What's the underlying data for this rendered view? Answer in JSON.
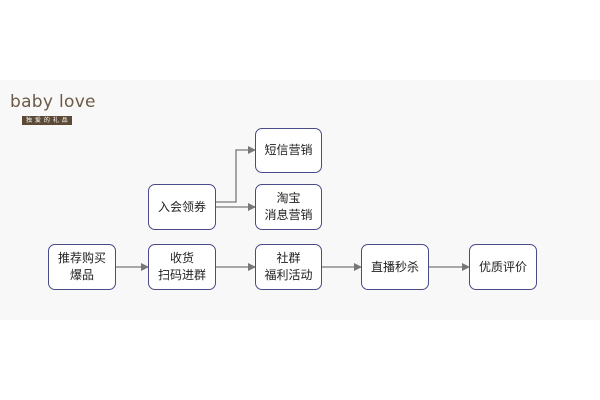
{
  "logo": {
    "text": "baby love",
    "tagline": "独 爱 的 礼 品"
  },
  "colors": {
    "node_border": "#4a4a8a",
    "arrow": "#777777",
    "band": "#f8f8f8"
  },
  "nodes": {
    "recommend": "推荐购买\n爆品",
    "receive": "收货\n扫码进群",
    "join": "入会领券",
    "sms": "短信营销",
    "taobao": "淘宝\n消息营销",
    "community": "社群\n福利活动",
    "live": "直播秒杀",
    "review": "优质评价"
  }
}
